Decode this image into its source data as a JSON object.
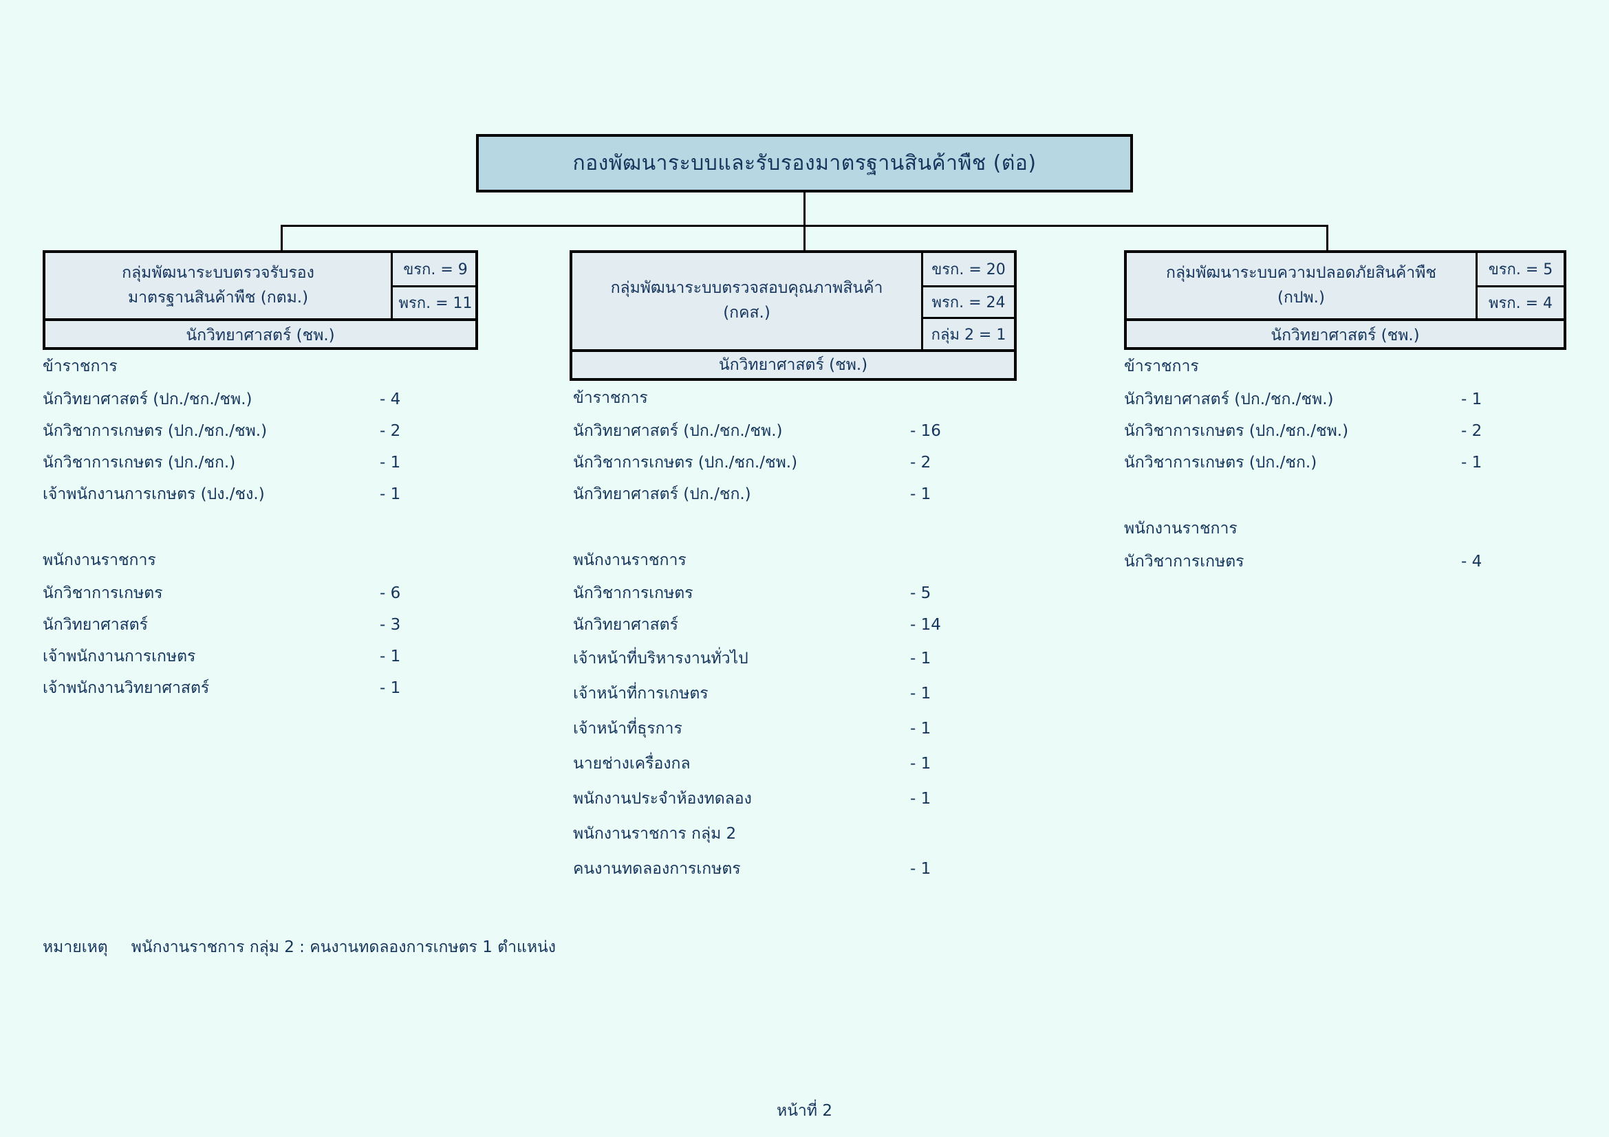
{
  "page": {
    "title": "กองพัฒนาระบบและรับรองมาตรฐานสินค้าพืช (ต่อ)",
    "page_label": "หน้าที่ 2",
    "background_color": "#eafbf8",
    "title_box_color": "#b7d7e2",
    "unit_box_color": "#e2ecf1",
    "text_color": "#16355c"
  },
  "footnote": {
    "label": "หมายเหตุ",
    "text": "พนักงานราชการ กลุ่ม 2 : คนงานทดลองการเกษตร 1 ตำแหน่ง"
  },
  "units": [
    {
      "name_lines": [
        "กลุ่มพัฒนาระบบตรวจรับรอง",
        "มาตรฐานสินค้าพืช (กตม.)"
      ],
      "counts": [
        "ขรก. = 9",
        "พรก. = 11"
      ],
      "chief": "นักวิทยาศาสตร์ (ชพ.)",
      "sections": [
        {
          "heading": "ข้าราชการ",
          "rows": [
            {
              "label": "นักวิทยาศาสตร์ (ปก./ชก./ชพ.)",
              "count": "- 4"
            },
            {
              "label": "นักวิชาการเกษตร (ปก./ชก./ชพ.)",
              "count": "- 2"
            },
            {
              "label": "นักวิชาการเกษตร (ปก./ชก.)",
              "count": "- 1"
            },
            {
              "label": "เจ้าพนักงานการเกษตร (ปง./ชง.)",
              "count": "- 1"
            }
          ]
        },
        {
          "heading": "พนักงานราชการ",
          "rows": [
            {
              "label": "นักวิชาการเกษตร",
              "count": "- 6"
            },
            {
              "label": "นักวิทยาศาสตร์",
              "count": "- 3"
            },
            {
              "label": "เจ้าพนักงานการเกษตร",
              "count": "- 1"
            },
            {
              "label": "เจ้าพนักงานวิทยาศาสตร์",
              "count": "- 1"
            }
          ]
        }
      ]
    },
    {
      "name_lines": [
        "กลุ่มพัฒนาระบบตรวจสอบคุณภาพสินค้า",
        "(กคส.)"
      ],
      "counts": [
        "ขรก. = 20",
        "พรก. = 24",
        "กลุ่ม 2 = 1"
      ],
      "chief": "นักวิทยาศาสตร์ (ชพ.)",
      "sections": [
        {
          "heading": "ข้าราชการ",
          "rows": [
            {
              "label": "นักวิทยาศาสตร์ (ปก./ชก./ชพ.)",
              "count": "- 16"
            },
            {
              "label": "นักวิชาการเกษตร (ปก./ชก./ชพ.)",
              "count": "- 2"
            },
            {
              "label": "นักวิทยาศาสตร์ (ปก./ชก.)",
              "count": "- 1"
            }
          ]
        },
        {
          "heading": "พนักงานราชการ",
          "rows": [
            {
              "label": "นักวิชาการเกษตร",
              "count": "- 5"
            },
            {
              "label": "นักวิทยาศาสตร์",
              "count": "- 14"
            },
            {
              "label": "เจ้าหน้าที่บริหารงานทั่วไป",
              "count": "- 1"
            },
            {
              "label": "เจ้าหน้าที่การเกษตร",
              "count": "- 1"
            },
            {
              "label": "เจ้าหน้าที่ธุรการ",
              "count": "- 1"
            },
            {
              "label": "นายช่างเครื่องกล",
              "count": "- 1"
            },
            {
              "label": "พนักงานประจำห้องทดลอง",
              "count": "- 1"
            },
            {
              "label": "พนักงานราชการ กลุ่ม 2",
              "count": ""
            },
            {
              "label": "คนงานทดลองการเกษตร",
              "count": "- 1"
            }
          ]
        }
      ]
    },
    {
      "name_lines": [
        "กลุ่มพัฒนาระบบความปลอดภัยสินค้าพืช",
        "(กปพ.)"
      ],
      "counts": [
        "ขรก. = 5",
        "พรก. = 4"
      ],
      "chief": "นักวิทยาศาสตร์ (ชพ.)",
      "sections": [
        {
          "heading": "ข้าราชการ",
          "rows": [
            {
              "label": "นักวิทยาศาสตร์ (ปก./ชก./ชพ.)",
              "count": "- 1"
            },
            {
              "label": "นักวิชาการเกษตร (ปก./ชก./ชพ.)",
              "count": "- 2"
            },
            {
              "label": "นักวิชาการเกษตร (ปก./ชก.)",
              "count": "- 1"
            }
          ]
        },
        {
          "heading": "พนักงานราชการ",
          "rows": [
            {
              "label": "นักวิชาการเกษตร",
              "count": "- 4"
            }
          ]
        }
      ]
    }
  ]
}
